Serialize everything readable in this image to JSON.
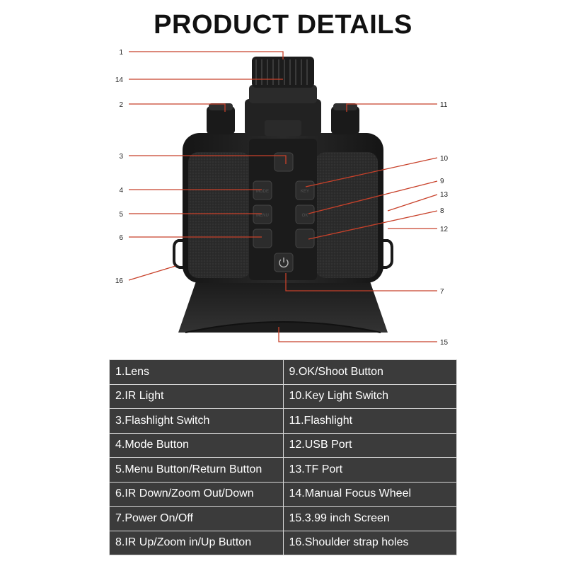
{
  "header": {
    "title": "PRODUCT DETAILS"
  },
  "callouts": [
    "1",
    "14",
    "2",
    "11",
    "3",
    "10",
    "9",
    "13",
    "4",
    "8",
    "5",
    "12",
    "6",
    "16",
    "7",
    "15"
  ],
  "buttons": {
    "mode": "MODE",
    "menu": "MENU",
    "key": "KEY",
    "ok": "OK"
  },
  "legend": {
    "rows": [
      [
        "1.Lens",
        "9.OK/Shoot Button"
      ],
      [
        "2.IR Light",
        "10.Key Light Switch"
      ],
      [
        "3.Flashlight Switch",
        "11.Flashlight"
      ],
      [
        "4.Mode Button",
        "12.USB Port"
      ],
      [
        "5.Menu Button/Return Button",
        "13.TF Port"
      ],
      [
        "6.IR Down/Zoom Out/Down",
        "14.Manual Focus Wheel"
      ],
      [
        "7.Power On/Off",
        "15.3.99 inch Screen"
      ],
      [
        "8.IR Up/Zoom in/Up Button",
        "16.Shoulder strap holes"
      ]
    ]
  },
  "colors": {
    "leader": "#c8412a",
    "table_bg": "#3b3b3b",
    "body": "#1d1d1d"
  }
}
